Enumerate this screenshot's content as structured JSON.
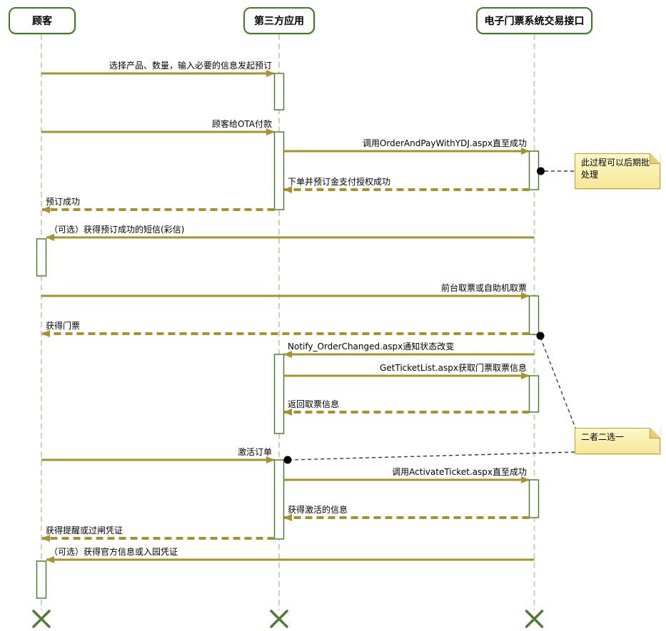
{
  "diagram_type": "uml-sequence-diagram",
  "participants": [
    {
      "name": "顾客"
    },
    {
      "name": "第三方应用"
    },
    {
      "name": "电子门票系统交易接口"
    }
  ],
  "messages": [
    {
      "label": "选择产品、数量，输入必要的信息发起预订",
      "from": "顾客",
      "to": "第三方应用",
      "style": "solid"
    },
    {
      "label": "顾客给OTA付款",
      "from": "顾客",
      "to": "第三方应用",
      "style": "solid"
    },
    {
      "label": "调用OrderAndPayWithYDJ.aspx直至成功",
      "from": "第三方应用",
      "to": "电子门票系统交易接口",
      "style": "solid"
    },
    {
      "label": "下单并预订金支付授权成功",
      "from": "电子门票系统交易接口",
      "to": "第三方应用",
      "style": "dashed"
    },
    {
      "label": "预订成功",
      "from": "第三方应用",
      "to": "顾客",
      "style": "dashed"
    },
    {
      "label": "（可选）获得预订成功的短信(彩信)",
      "from": "电子门票系统交易接口",
      "to": "顾客",
      "style": "solid"
    },
    {
      "label": "前台取票或自助机取票",
      "from": "顾客",
      "to": "电子门票系统交易接口",
      "style": "solid"
    },
    {
      "label": "获得门票",
      "from": "电子门票系统交易接口",
      "to": "顾客",
      "style": "dashed"
    },
    {
      "label": "Notify_OrderChanged.aspx通知状态改变",
      "from": "电子门票系统交易接口",
      "to": "第三方应用",
      "style": "solid"
    },
    {
      "label": "GetTicketList.aspx获取门票取票信息",
      "from": "第三方应用",
      "to": "电子门票系统交易接口",
      "style": "solid"
    },
    {
      "label": "返回取票信息",
      "from": "电子门票系统交易接口",
      "to": "第三方应用",
      "style": "dashed"
    },
    {
      "label": "激活订单",
      "from": "顾客",
      "to": "第三方应用",
      "style": "solid"
    },
    {
      "label": "调用ActivateTicket.aspx直至成功",
      "from": "第三方应用",
      "to": "电子门票系统交易接口",
      "style": "solid"
    },
    {
      "label": "获得激活的信息",
      "from": "电子门票系统交易接口",
      "to": "第三方应用",
      "style": "dashed"
    },
    {
      "label": "获得提醒或过闸凭证",
      "from": "第三方应用",
      "to": "顾客",
      "style": "dashed"
    },
    {
      "label": "（可选）获得官方信息或入园凭证",
      "from": "电子门票系统交易接口",
      "to": "顾客",
      "style": "solid"
    }
  ],
  "notes": [
    {
      "text": "此过程可以后期批处理"
    },
    {
      "text": "二者二选一"
    }
  ],
  "colors": {
    "arrow": "#A6932E",
    "participant_border": "#3F7A26",
    "lifeline": "#CBD3B4",
    "activation_fill": "#FFFFFF",
    "note_fill": "#F9EFAE",
    "note_border": "#C2A22C",
    "destroy_mark": "#4E7C33"
  }
}
